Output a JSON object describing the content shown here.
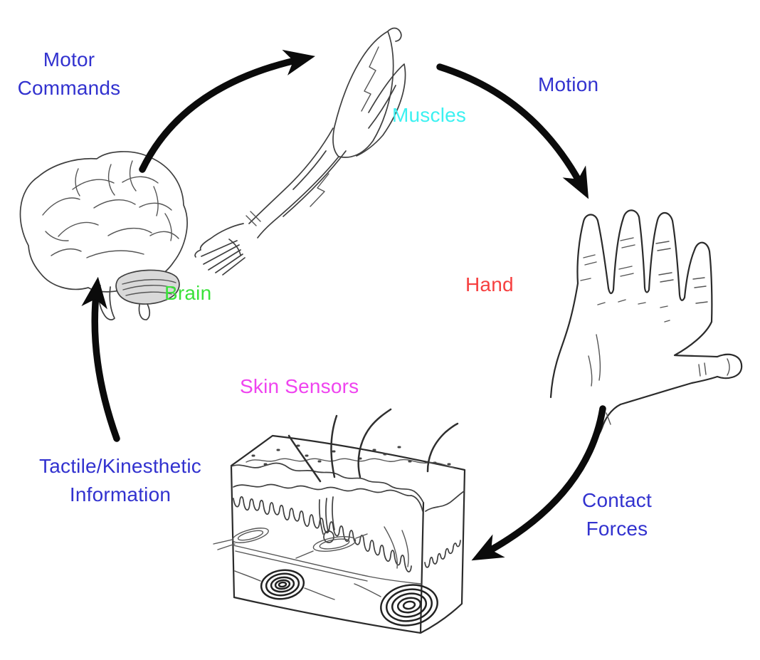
{
  "diagram": {
    "kind": "sensorimotor-loop-cycle",
    "background": "#ffffff",
    "arrow_color": "#0b0b0b"
  },
  "labels": {
    "motor_commands": {
      "text": "Motor\nCommands",
      "color": "#3232cf"
    },
    "muscles": {
      "text": "Muscles",
      "color": "#3cf1f1"
    },
    "motion": {
      "text": "Motion",
      "color": "#3232cf"
    },
    "brain": {
      "text": "Brain",
      "color": "#3ae23a"
    },
    "hand": {
      "text": "Hand",
      "color": "#f64040"
    },
    "skin_sensors": {
      "text": "Skin Sensors",
      "color": "#ef44ef"
    },
    "tactile_kinesthetic": {
      "text": "Tactile/Kinesthetic\nInformation",
      "color": "#3232cf"
    },
    "contact_forces": {
      "text": "Contact\nForces",
      "color": "#3232cf"
    }
  },
  "nodes": [
    {
      "name": "brain",
      "label": "Brain"
    },
    {
      "name": "muscles",
      "label": "Muscles"
    },
    {
      "name": "hand",
      "label": "Hand"
    },
    {
      "name": "skin-sensors",
      "label": "Skin Sensors"
    }
  ],
  "arrows": [
    {
      "name": "brain-to-muscles",
      "label": "Motor Commands"
    },
    {
      "name": "muscles-to-hand",
      "label": "Motion"
    },
    {
      "name": "hand-to-skin-sensors",
      "label": "Contact Forces"
    },
    {
      "name": "skin-sensors-to-brain",
      "label": "Tactile/Kinesthetic Information"
    }
  ]
}
